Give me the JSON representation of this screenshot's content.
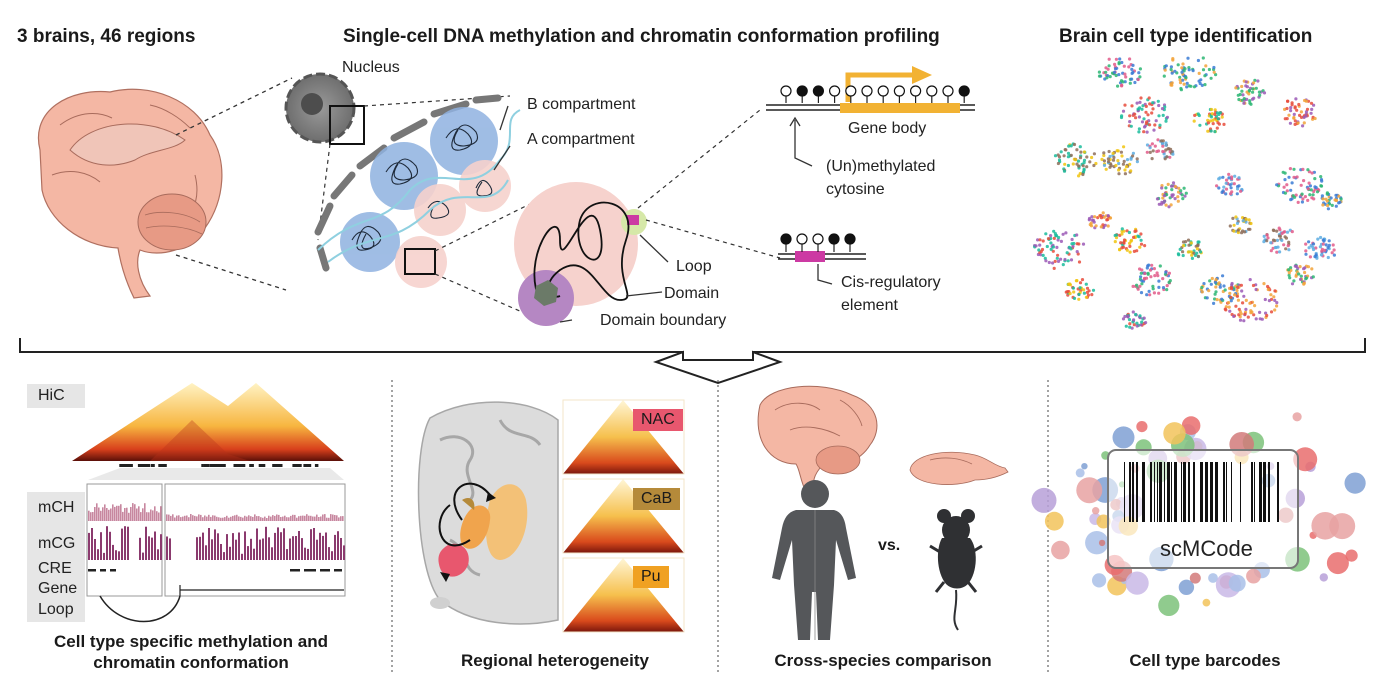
{
  "header": {
    "left_title": "3 brains, 46 regions",
    "center_title": "Single-cell DNA methylation and chromatin conformation profiling",
    "right_title": "Brain cell type  identification"
  },
  "chromatin": {
    "nucleus": "Nucleus",
    "b_compartment": "B compartment",
    "a_compartment": "A compartment",
    "loop": "Loop",
    "domain": "Domain",
    "domain_boundary": "Domain boundary"
  },
  "methylation": {
    "gene_body": "Gene body",
    "unmethylated_line1": "(Un)methylated",
    "unmethylated_line2": "cytosine",
    "cre_line1": "Cis-regulatory",
    "cre_line2": "element"
  },
  "tracks": {
    "hic": "HiC",
    "mch": "mCH",
    "mcg": "mCG",
    "cre": "CRE",
    "gene": "Gene",
    "loop": "Loop"
  },
  "regions": {
    "nac": "NAC",
    "cab": "CaB",
    "pu": "Pu",
    "nac_color": "#e8576e",
    "cab_color": "#b58a3a",
    "pu_color": "#f0a122"
  },
  "species": {
    "vs": "vs."
  },
  "barcode": {
    "label": "scMCode"
  },
  "captions": {
    "cell_type_line1": "Cell type specific methylation and",
    "cell_type_line2": "chromatin conformation",
    "regional": "Regional heterogeneity",
    "cross_species": "Cross-species comparison",
    "barcodes": "Cell type barcodes"
  },
  "colors": {
    "brain_pink": "#f4b7a4",
    "compartment_blue": "#8fb2e0",
    "compartment_pink": "#f6d2cd",
    "gene_orange": "#f2b233",
    "cre_magenta": "#cc3aa3",
    "boundary_purple": "#b587c3",
    "track_purple": "#8b3a6e"
  }
}
